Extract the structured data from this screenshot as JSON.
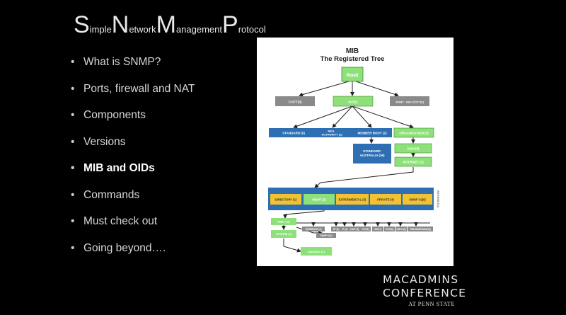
{
  "title": {
    "parts": [
      {
        "cap": "S",
        "rest": "imple"
      },
      {
        "cap": "N",
        "rest": "etwork"
      },
      {
        "cap": "M",
        "rest": "anagement"
      },
      {
        "cap": "P",
        "rest": "rotocol"
      }
    ]
  },
  "bullets": [
    {
      "label": "What is SNMP?"
    },
    {
      "label": "Ports, firewall and NAT"
    },
    {
      "label": "Components"
    },
    {
      "label": "Versions"
    },
    {
      "label": "MIB and OIDs",
      "active": true
    },
    {
      "label": "Commands"
    },
    {
      "label": "Must check out"
    },
    {
      "label": "Going beyond…."
    }
  ],
  "mib": {
    "title": "MIB",
    "subtitle": "The Registered Tree",
    "root": "Root",
    "level1": [
      "CCITT(0)",
      "ISO(1)",
      "JOINT - ISO-CCITT(2)"
    ],
    "level2": [
      "STANDARD (0)",
      "REG. AUTHORITY (1)",
      "MEMBER BODY (2)",
      "ORGANIZATION (3)"
    ],
    "reg_authority_lines": [
      "REG.",
      "AUTHORITY (1)"
    ],
    "standard_australia_lines": [
      "STANDARD",
      "AUSTRALIA (36)"
    ],
    "dod": "DOD (6)",
    "internet": "INTERNET (1)",
    "internet_side": "INTERNET(1)",
    "band": [
      "DIRECTORY (1)",
      "MGMT (2)",
      "EXPERIMENTAL (3)",
      "PRIVATE (4)",
      "SNMP V2(6)"
    ],
    "mib2": "MIB-2 (1)",
    "system": "SYSTEM (1)",
    "snmp": "SNMP (11)",
    "sysdescr": "sysDescr (1)",
    "mib2_children": [
      "INTERFACE (2)",
      "AT (3)",
      "IP (4)",
      "ICMP (5)",
      "TCP(6)",
      "UDP(7)",
      "EGP(8)",
      "CMOT(9)",
      "TRANSMISSION(10)"
    ]
  },
  "brand": {
    "line1": "MACADMINS",
    "line2": "CONFERENCE",
    "line3": "AT PENN STATE"
  },
  "colors": {
    "background": "#000000",
    "green": "#8ee07a",
    "blue": "#2e6fb3",
    "gray": "#8a8a8a",
    "yellow": "#f2c232"
  }
}
